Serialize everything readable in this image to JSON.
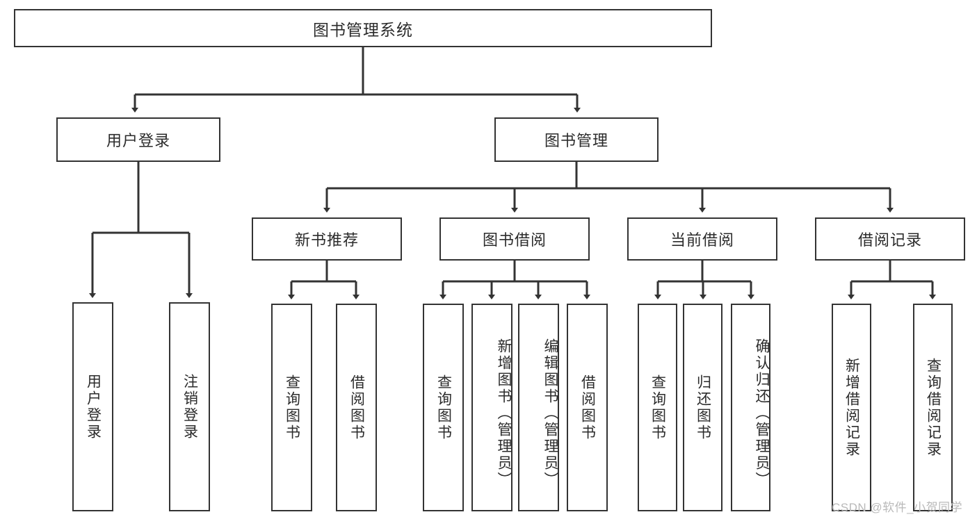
{
  "diagram": {
    "type": "tree-hierarchy",
    "title": "图书管理系统",
    "root": {
      "label": "图书管理系统"
    },
    "level2": [
      {
        "label": "用户登录"
      },
      {
        "label": "图书管理"
      }
    ],
    "level3": [
      {
        "label": "新书推荐"
      },
      {
        "label": "图书借阅"
      },
      {
        "label": "当前借阅"
      },
      {
        "label": "借阅记录"
      }
    ],
    "leaves_user_login": [
      {
        "label": "用户登录"
      },
      {
        "label": "注销登录"
      }
    ],
    "leaves_new_book": [
      {
        "label": "查询图书"
      },
      {
        "label": "借阅图书"
      }
    ],
    "leaves_borrow": [
      {
        "label": "查询图书"
      },
      {
        "label": "新增图书（管理员）"
      },
      {
        "label": "编辑图书（管理员）"
      },
      {
        "label": "借阅图书"
      }
    ],
    "leaves_current": [
      {
        "label": "查询图书"
      },
      {
        "label": "归还图书"
      },
      {
        "label": "确认归还（管理员）"
      }
    ],
    "leaves_record": [
      {
        "label": "新增借阅记录"
      },
      {
        "label": "查询借阅记录"
      }
    ]
  },
  "watermark": {
    "text": "CSDN @软件_小贺同学"
  },
  "colors": {
    "stroke": "#333333",
    "text": "#2b2b2b",
    "background": "#ffffff",
    "watermark": "#b9b9b9"
  }
}
